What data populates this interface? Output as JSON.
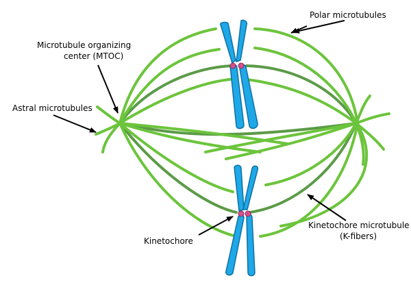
{
  "diagram": {
    "labels": {
      "polar": "Polar microtubules",
      "mtoc_line1": "Microtubule organizing",
      "mtoc_line2": "center (MTOC)",
      "astral": "Astral microtubules",
      "kinetochore": "Kinetochore",
      "kfibers_line1": "Kinetochore microtubule",
      "kfibers_line2": "(K-fibers)"
    },
    "colors": {
      "spindle_light": "#6cc43c",
      "spindle_dark": "#3f8a28",
      "chromosome": "#1ea8e8",
      "chromosome_outline": "#0e6fa0",
      "kinetochore": "#d4508c",
      "arrow": "#000000"
    }
  }
}
